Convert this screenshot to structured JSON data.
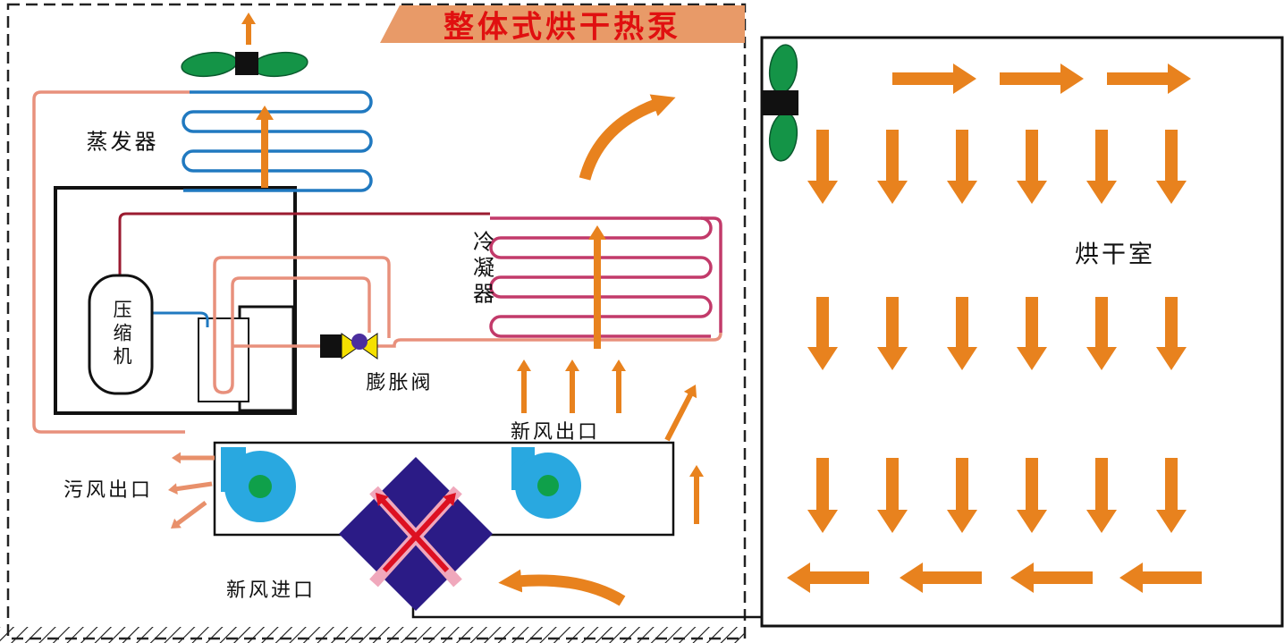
{
  "title": {
    "text": "整体式烘干热泵"
  },
  "unit": {
    "evaporator_label": "蒸发器",
    "compressor_label": "压缩机",
    "expansion_valve_label": "膨胀阀",
    "condenser_label": "冷凝器",
    "fresh_air_outlet_label": "新风出口",
    "waste_air_outlet_label": "污风出口",
    "fresh_air_inlet_label": "新风进口"
  },
  "drying_room": {
    "label": "烘干室"
  },
  "colors": {
    "arrow_orange": "#E8821E",
    "waste_salmon": "#E8906B",
    "cross_red": "#DD1021",
    "banner_salmon": "#E89A68",
    "title_red": "#E01010",
    "evaporator_blue": "#2079C0",
    "condenser_crimson": "#C23A6A",
    "pipe_salmon": "#E8907C",
    "pipe_dark_red": "#9B1B30",
    "diamond_navy": "#2B1B86",
    "exchanger_band_pink": "#F0A8BC",
    "fan_blue": "#29A8E0",
    "fan_hub_green": "#0FA04A",
    "blade_green": "#149447",
    "valve_yellow": "#F5E000",
    "valve_purple": "#4B2E9E",
    "line_black": "#111111"
  },
  "airflow": {
    "groups": [
      {
        "name": "room-airflow-right",
        "color": "arrow_orange",
        "size": "large",
        "arrows": [
          [
            998,
            88,
            1092,
            88
          ],
          [
            1118,
            88,
            1212,
            88
          ],
          [
            1238,
            88,
            1332,
            88
          ]
        ]
      },
      {
        "name": "room-airflow-down-top",
        "color": "arrow_orange",
        "size": "large",
        "arrows": [
          [
            920,
            145,
            920,
            228
          ],
          [
            998,
            145,
            998,
            228
          ],
          [
            1076,
            145,
            1076,
            228
          ],
          [
            1154,
            145,
            1154,
            228
          ],
          [
            1232,
            145,
            1232,
            228
          ],
          [
            1310,
            145,
            1310,
            228
          ]
        ]
      },
      {
        "name": "room-airflow-down-middle",
        "color": "arrow_orange",
        "size": "large",
        "arrows": [
          [
            920,
            332,
            920,
            414
          ],
          [
            998,
            332,
            998,
            414
          ],
          [
            1076,
            332,
            1076,
            414
          ],
          [
            1154,
            332,
            1154,
            414
          ],
          [
            1232,
            332,
            1232,
            414
          ],
          [
            1310,
            332,
            1310,
            414
          ]
        ]
      },
      {
        "name": "room-airflow-down-bottom",
        "color": "arrow_orange",
        "size": "large",
        "arrows": [
          [
            920,
            512,
            920,
            596
          ],
          [
            998,
            512,
            998,
            596
          ],
          [
            1076,
            512,
            1076,
            596
          ],
          [
            1154,
            512,
            1154,
            596
          ],
          [
            1232,
            512,
            1232,
            596
          ],
          [
            1310,
            512,
            1310,
            596
          ]
        ]
      },
      {
        "name": "room-airflow-left",
        "color": "arrow_orange",
        "size": "large",
        "arrows": [
          [
            972,
            646,
            880,
            646
          ],
          [
            1098,
            646,
            1006,
            646
          ],
          [
            1222,
            646,
            1130,
            646
          ],
          [
            1344,
            646,
            1252,
            646
          ]
        ]
      },
      {
        "name": "unit-fan-exhaust",
        "color": "arrow_orange",
        "size": "small",
        "arrows": [
          [
            278,
            50,
            278,
            14
          ]
        ]
      },
      {
        "name": "evaporator-airflow",
        "color": "arrow_orange",
        "size": "medium",
        "arrows": [
          [
            296,
            210,
            296,
            118
          ]
        ]
      },
      {
        "name": "condenser-airflow",
        "color": "arrow_orange",
        "size": "medium",
        "arrows": [
          [
            668,
            390,
            668,
            252
          ]
        ]
      },
      {
        "name": "fresh-air-outlet-flow",
        "color": "arrow_orange",
        "size": "small",
        "arrows": [
          [
            586,
            462,
            586,
            402
          ],
          [
            640,
            462,
            640,
            402
          ],
          [
            692,
            462,
            692,
            402
          ],
          [
            746,
            492,
            778,
            430
          ],
          [
            779,
            586,
            779,
            520
          ]
        ]
      },
      {
        "name": "waste-air-outlet-flow",
        "color": "waste_salmon",
        "size": "tiny",
        "arrows": [
          [
            240,
            512,
            192,
            512
          ],
          [
            237,
            541,
            188,
            548
          ],
          [
            230,
            562,
            191,
            591
          ]
        ]
      },
      {
        "name": "heat-exchanger-crossflow",
        "color": "cross_red",
        "size": "small",
        "arrows": [
          [
            430,
            638,
            510,
            551
          ],
          [
            500,
            638,
            420,
            551
          ]
        ]
      }
    ]
  }
}
